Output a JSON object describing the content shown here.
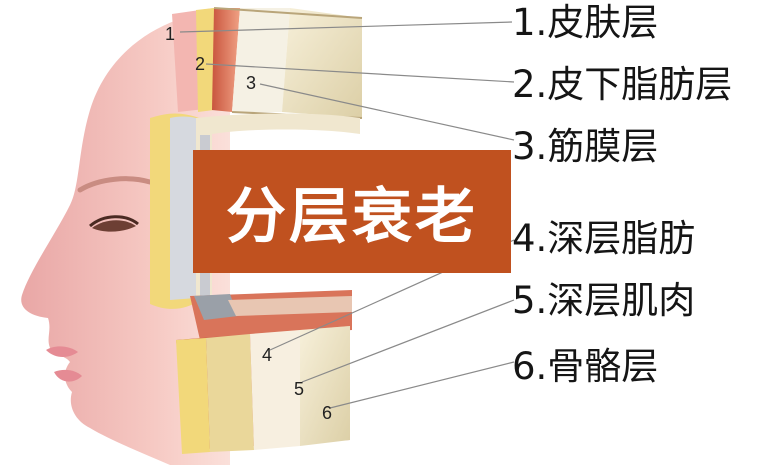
{
  "banner": {
    "text": "分层衰老"
  },
  "layers": [
    {
      "marker": "1",
      "label": "1.皮肤层"
    },
    {
      "marker": "2",
      "label": "2.皮下脂肪层"
    },
    {
      "marker": "3",
      "label": "3.筋膜层"
    },
    {
      "marker": "4",
      "label": "4.深层脂肪"
    },
    {
      "marker": "5",
      "label": "5.深层肌肉"
    },
    {
      "marker": "6",
      "label": "6.骨骼层"
    }
  ],
  "colors": {
    "banner": "#c0511f",
    "skin_tone": "#f0b9b4",
    "fat": "#f2d87a",
    "muscle": "#d9745a",
    "bone": "#ede4c8"
  }
}
